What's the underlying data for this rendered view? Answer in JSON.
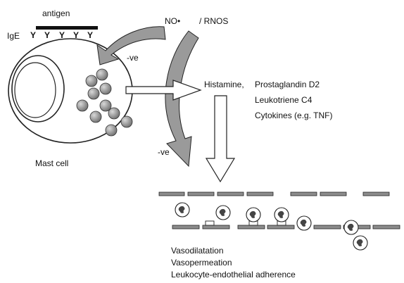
{
  "labels": {
    "antigen": "antigen",
    "ige": "IgE",
    "receptor_glyph": "Y",
    "no": "NO•",
    "rnos": "/ RNOS",
    "neg_top": "-ve",
    "neg_bottom": "-ve",
    "mast_cell": "Mast cell",
    "mediators_line1_a": "Histamine,",
    "mediators_line1_b": "Prostaglandin D2",
    "mediators_line2": "Leukotriene C4",
    "mediators_line3": "Cytokines (e.g. TNF)",
    "effects_line1": "Vasodilatation",
    "effects_line2": "Vasopermeation",
    "effects_line3": "Leukocyte-endothelial adherence"
  },
  "colors": {
    "granule": "#8f8f8f",
    "endothelium": "#8c8c8c",
    "feedback_arrow": "#9a9a9a",
    "outline": "#222222"
  }
}
